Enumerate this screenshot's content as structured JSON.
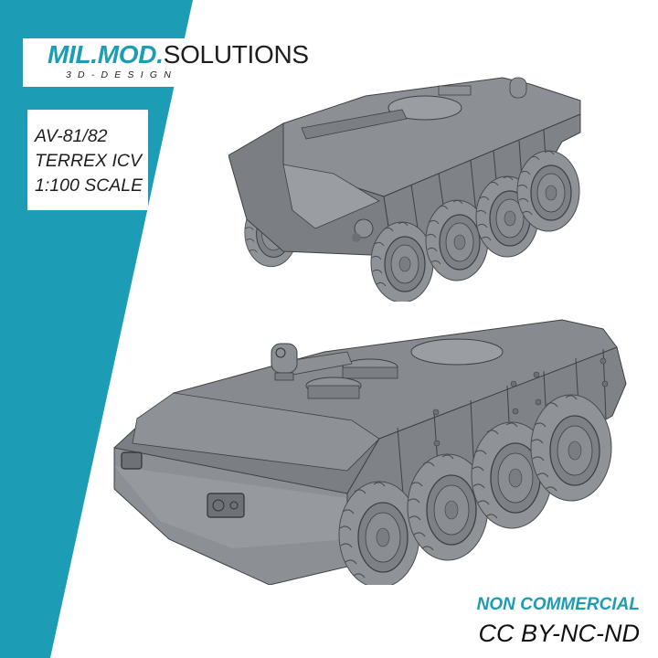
{
  "brand": {
    "name_accent": "MIL.MOD.",
    "name_rest": "SOLUTIONS",
    "tagline": "3D-DESIGN"
  },
  "product": {
    "lines": [
      "AV-81/82",
      "TERREX ICV",
      "1:100 SCALE"
    ]
  },
  "license": {
    "usage": "NON COMMERCIAL",
    "code": "CC BY-NC-ND"
  },
  "images": {
    "top": "8x8 armored vehicle model, rear three-quarter view",
    "bottom": "8x8 armored vehicle model, front three-quarter view"
  },
  "colors": {
    "accent": "#1c9db5",
    "text": "#1e1e1e",
    "background": "#ffffff",
    "vehicle_grey": "#85898d",
    "vehicle_dark": "#6c7074",
    "vehicle_light": "#9a9ea2"
  }
}
